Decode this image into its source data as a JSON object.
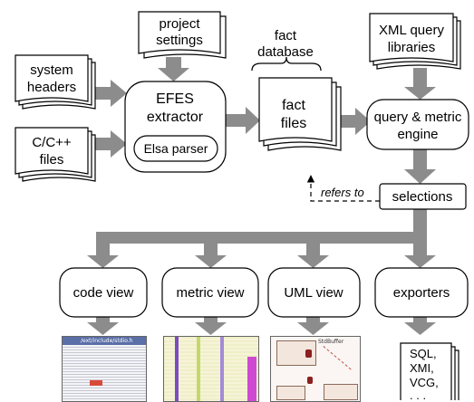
{
  "colors": {
    "arrow": "#8c8c8c",
    "stroke": "#000000",
    "fill": "#ffffff",
    "link": "#000000"
  },
  "nodes": {
    "project_settings": [
      "project",
      "settings"
    ],
    "system_headers": [
      "system",
      "headers"
    ],
    "cpp_files": [
      "C/C++",
      "files"
    ],
    "efes_extractor": [
      "EFES",
      "extractor"
    ],
    "elsa_parser": "Elsa parser",
    "fact_database": [
      "fact",
      "database"
    ],
    "fact_files": [
      "fact",
      "files"
    ],
    "xml_query_libraries": [
      "XML query",
      "libraries"
    ],
    "query_engine": [
      "query & metric",
      "engine"
    ],
    "selections": "selections",
    "refers_to": "refers to",
    "code_view": "code view",
    "metric_view": "metric view",
    "uml_view": "UML view",
    "exporters": "exporters"
  },
  "screenshots": {
    "code_view": {
      "title": "/ext/include/stdio.h"
    },
    "uml_view": {
      "header": "StdBuffer"
    },
    "exporters": {
      "formats": [
        "SQL,",
        "XMI,",
        "VCG,",
        ". . ."
      ]
    }
  },
  "icons": {
    "document_stack": "stacked-pages-icon"
  }
}
